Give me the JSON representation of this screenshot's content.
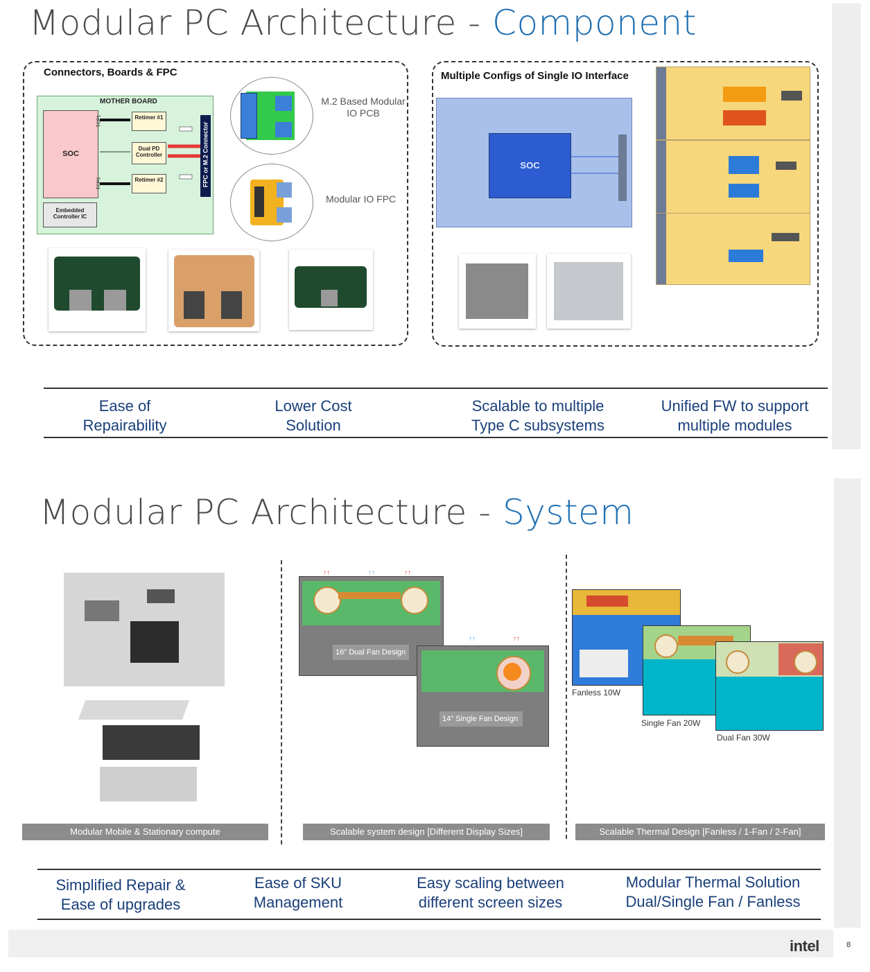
{
  "slide1": {
    "title_main": "Modular PC Architecture - ",
    "title_accent": "Component",
    "left_panel": {
      "heading": "Connectors, Boards & FPC",
      "motherboard_label": "MOTHER BOARD",
      "soc": "SOC",
      "retimer1": "Retimer #1",
      "retimer2": "Retimer #2",
      "dual_pd": "Dual PD Controller",
      "embedded": "Embedded Controller IC",
      "connector_bar": "FPC or M.2 Connector",
      "tcp1": "TCP1",
      "tcp0": "TCP0",
      "m2_label": "M.2 Based Modular IO PCB",
      "fpc_label": "Modular IO FPC"
    },
    "right_panel": {
      "heading": "Multiple Configs of Single IO Interface",
      "soc": "SOC"
    },
    "benefits": [
      {
        "line1": "Ease of",
        "line2": "Repairability"
      },
      {
        "line1": "Lower Cost",
        "line2": "Solution"
      },
      {
        "line1": "Scalable to multiple",
        "line2": "Type C subsystems"
      },
      {
        "line1": "Unified FW to support",
        "line2": "multiple modules"
      }
    ]
  },
  "slide2": {
    "title_main": "Modular PC Architecture - ",
    "title_accent": "System",
    "captions": [
      "Modular Mobile & Stationary compute",
      "Scalable system design [Different Display Sizes]",
      "Scalable Thermal Design [Fanless / 1-Fan / 2-Fan]"
    ],
    "dual_fan_design": "16\" Dual Fan Design",
    "single_fan_design": "14\" Single Fan Design",
    "fanless": "Fanless 10W",
    "single_fan": "Single Fan 20W",
    "dual_fan": "Dual Fan 30W",
    "benefits": [
      {
        "line1": "Simplified Repair &",
        "line2": "Ease of upgrades"
      },
      {
        "line1": "Ease of SKU",
        "line2": "Management"
      },
      {
        "line1": "Easy scaling between",
        "line2": "different screen sizes"
      },
      {
        "line1": "Modular Thermal Solution",
        "line2": "Dual/Single Fan / Fanless"
      }
    ],
    "logo": "intel",
    "page_number": "8"
  },
  "colors": {
    "accent": "#1f6fb2",
    "benefit_text": "#1a3f7a",
    "soc_blue": "#2d5bd0",
    "board_green": "#d7f3dc",
    "module_yellow": "#f7d77b"
  }
}
